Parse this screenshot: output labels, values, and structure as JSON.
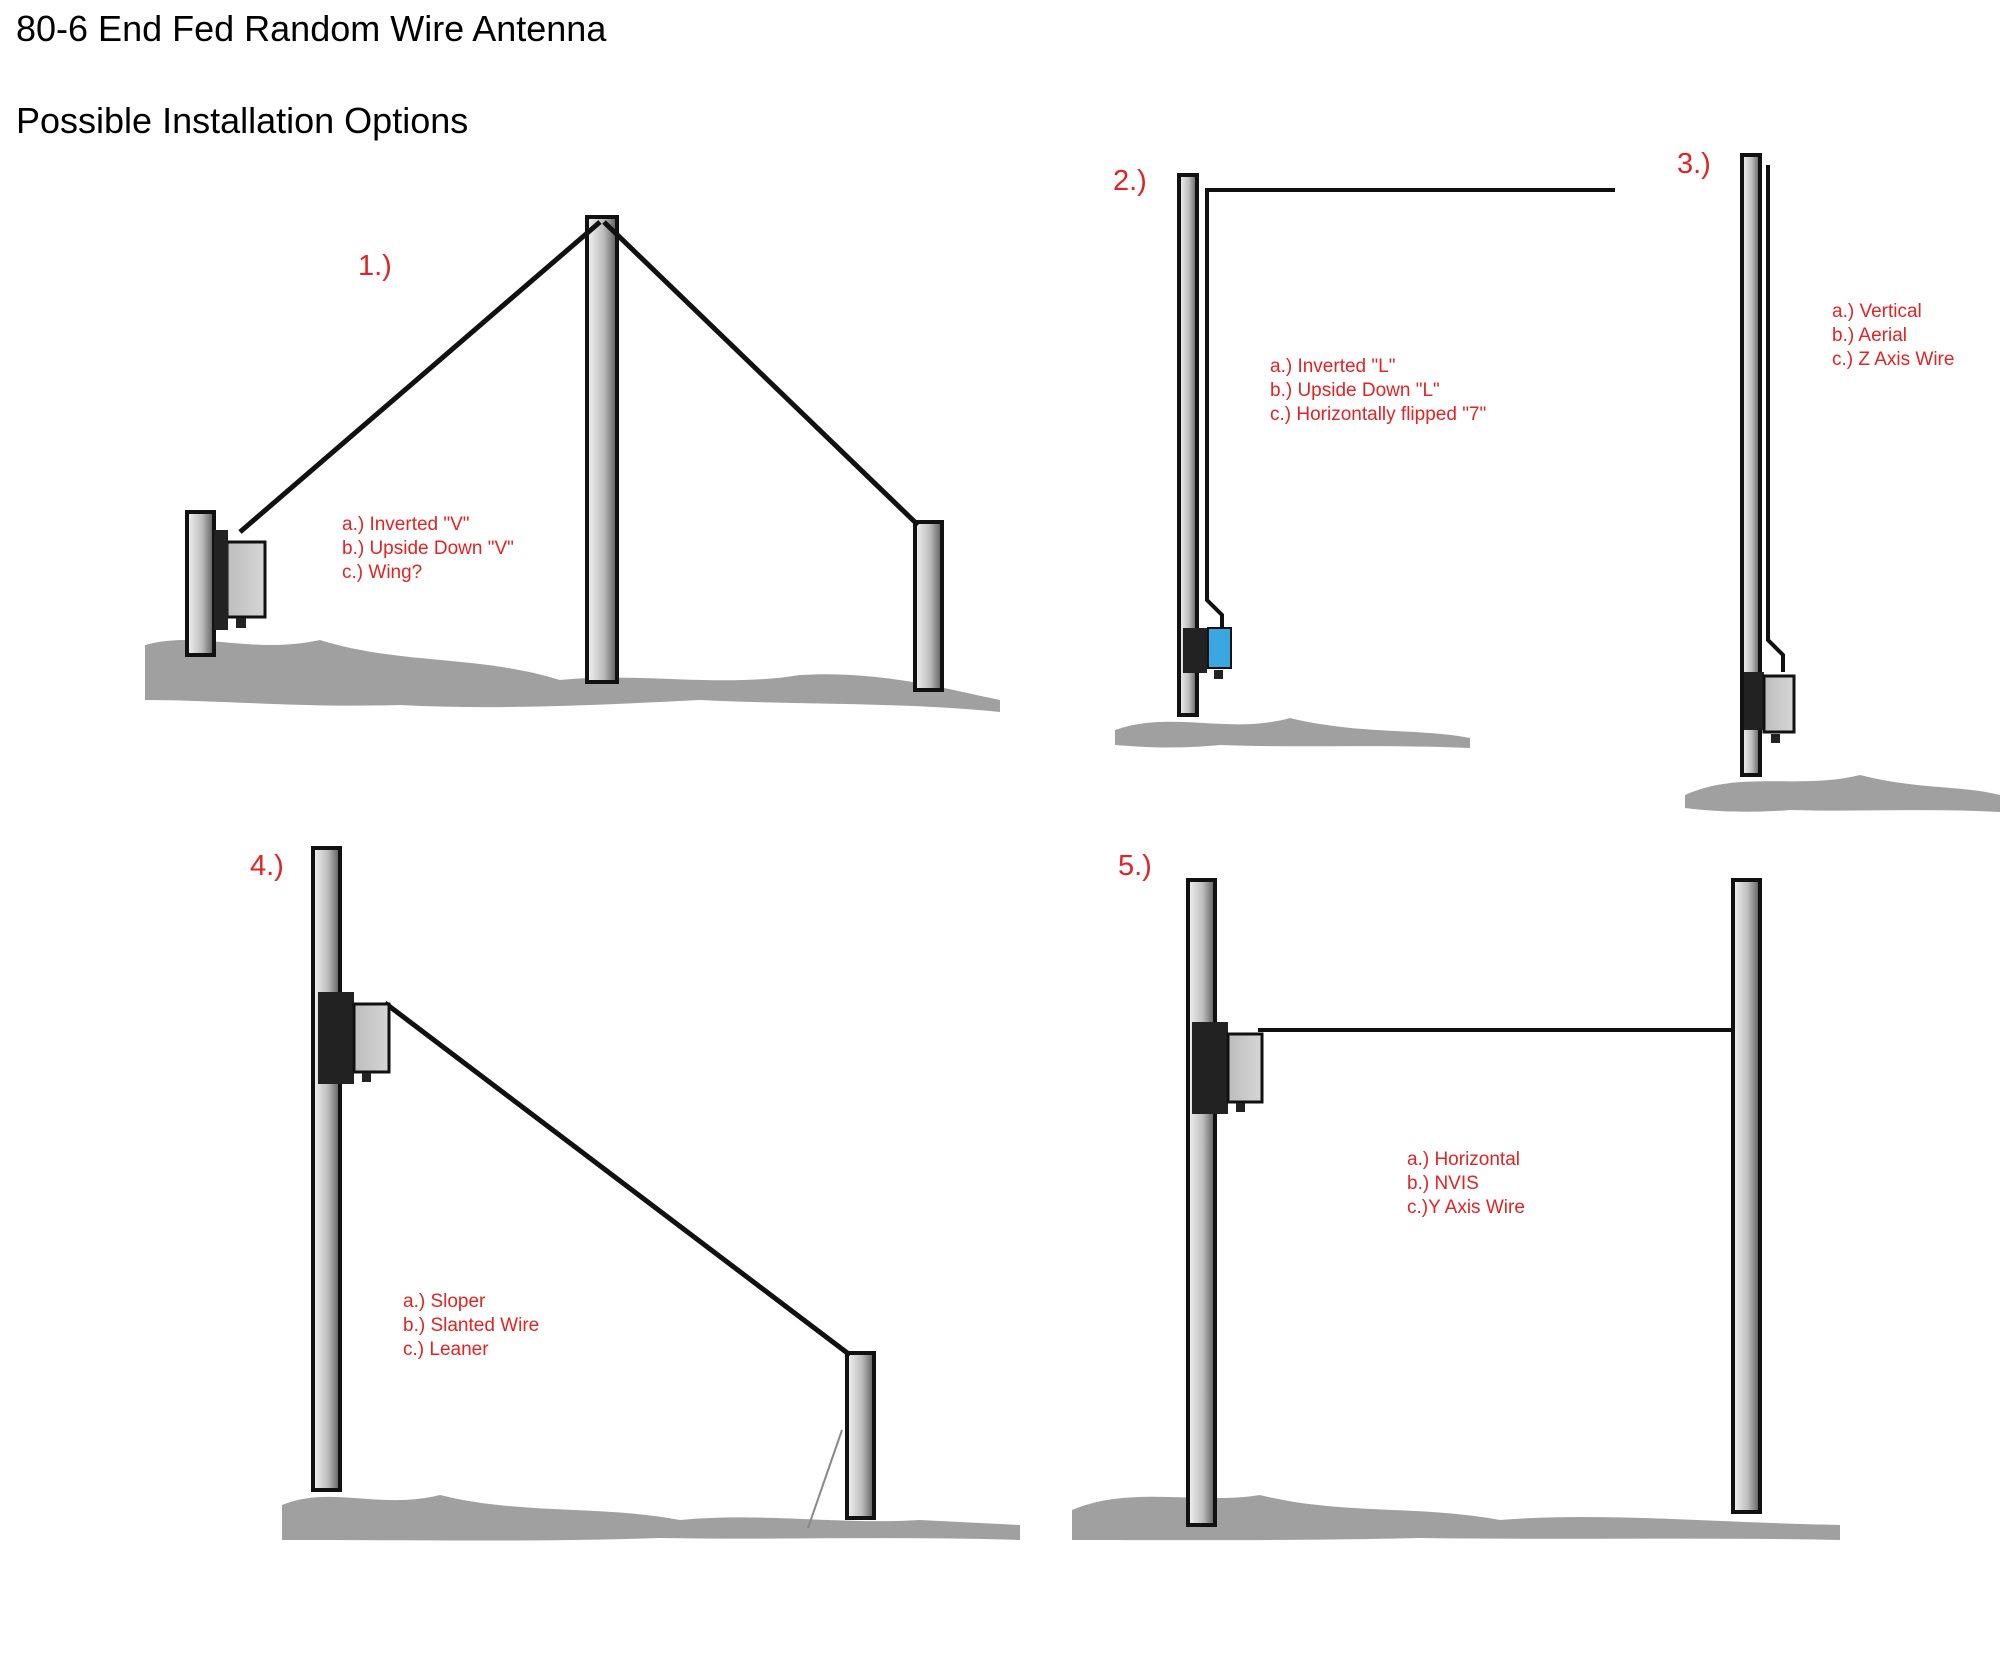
{
  "header": {
    "title": "80-6 End Fed Random Wire Antenna",
    "subtitle": "Possible Installation Options"
  },
  "options": [
    {
      "number": "1.)",
      "names": [
        "a.) Inverted \"V\"",
        "b.) Upside Down \"V\"",
        "c.) Wing?"
      ]
    },
    {
      "number": "2.)",
      "names": [
        "a.) Inverted \"L\"",
        "b.) Upside Down \"L\"",
        "c.) Horizontally flipped \"7\""
      ]
    },
    {
      "number": "3.)",
      "names": [
        "a.) Vertical",
        "b.) Aerial",
        "c.) Z Axis Wire"
      ]
    },
    {
      "number": "4.)",
      "names": [
        "a.) Sloper",
        "b.) Slanted Wire",
        "c.) Leaner"
      ]
    },
    {
      "number": "5.)",
      "names": [
        "a.) Horizontal",
        "b.)  NVIS",
        "c.)Y Axis Wire"
      ]
    }
  ],
  "colors": {
    "label_red": "#e02424",
    "wire": "#111111",
    "ground": "#8a8a8a",
    "mast_fill": "#d9d9d9",
    "unun_blue": "#3aa7e0"
  }
}
